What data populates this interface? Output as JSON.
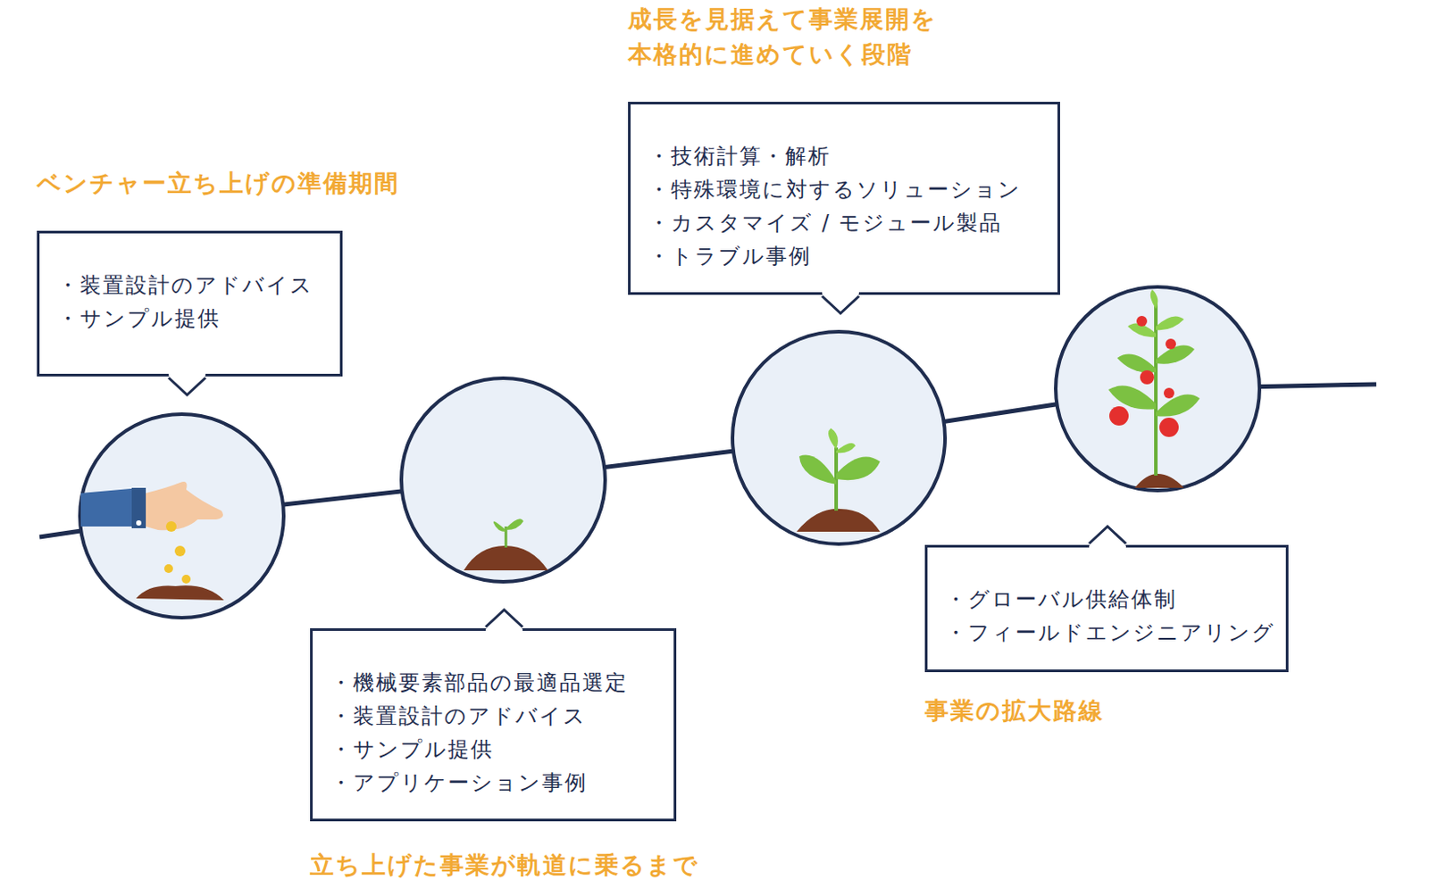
{
  "diagram": {
    "nodes": [
      {
        "text": [
          "ベンチャー立ち上げの準備期間",
          "・装置設計のアドバイス",
          "・サンプル提供"
        ]
      },
      {
        "text": [
          "立ち上げた事業が軌道に乗るまで",
          "・機械要素部品の最適品選定",
          "・装置設計のアドバイス",
          "・サンプル提供",
          "・アプリケーション事例"
        ]
      },
      {
        "text": [
          "成長を見据えて事業展開を 本格的に進めていく段階",
          "・技術計算・解析",
          "・特殊環境に対するソリューション",
          "・カスタマイズ / モジュール製品",
          "・トラブル事例"
        ]
      },
      {
        "text": [
          "事業の拡大路線",
          "・グローバル供給体制",
          "・フィールドエンジニアリング"
        ]
      }
    ]
  }
}
